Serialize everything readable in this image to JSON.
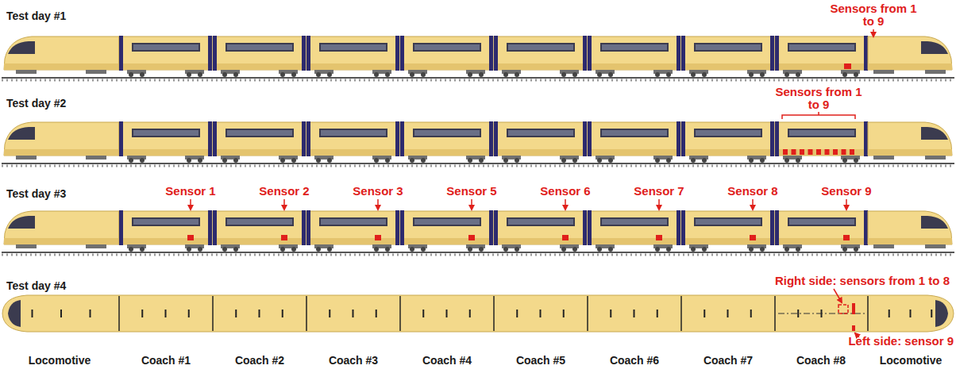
{
  "diagram": {
    "labels": [
      "Test day #1",
      "Sensors from 1 to 9",
      "Test day #2",
      "Sensors from 1 to 9",
      "Test day #3",
      "Sensor 1",
      "Sensor 2",
      "Sensor 3",
      "Sensor 5",
      "Sensor 6",
      "Sensor 7",
      "Sensor 8",
      "Sensor 9",
      "Test day #4",
      "Right side: sensors from 1 to 8",
      "Left side: sensor 9",
      "Locomotive",
      "Coach #1",
      "Coach #2",
      "Coach #3",
      "Coach #4",
      "Coach #5",
      "Coach #6",
      "Coach #7",
      "Coach #8",
      "Locomotive"
    ]
  }
}
